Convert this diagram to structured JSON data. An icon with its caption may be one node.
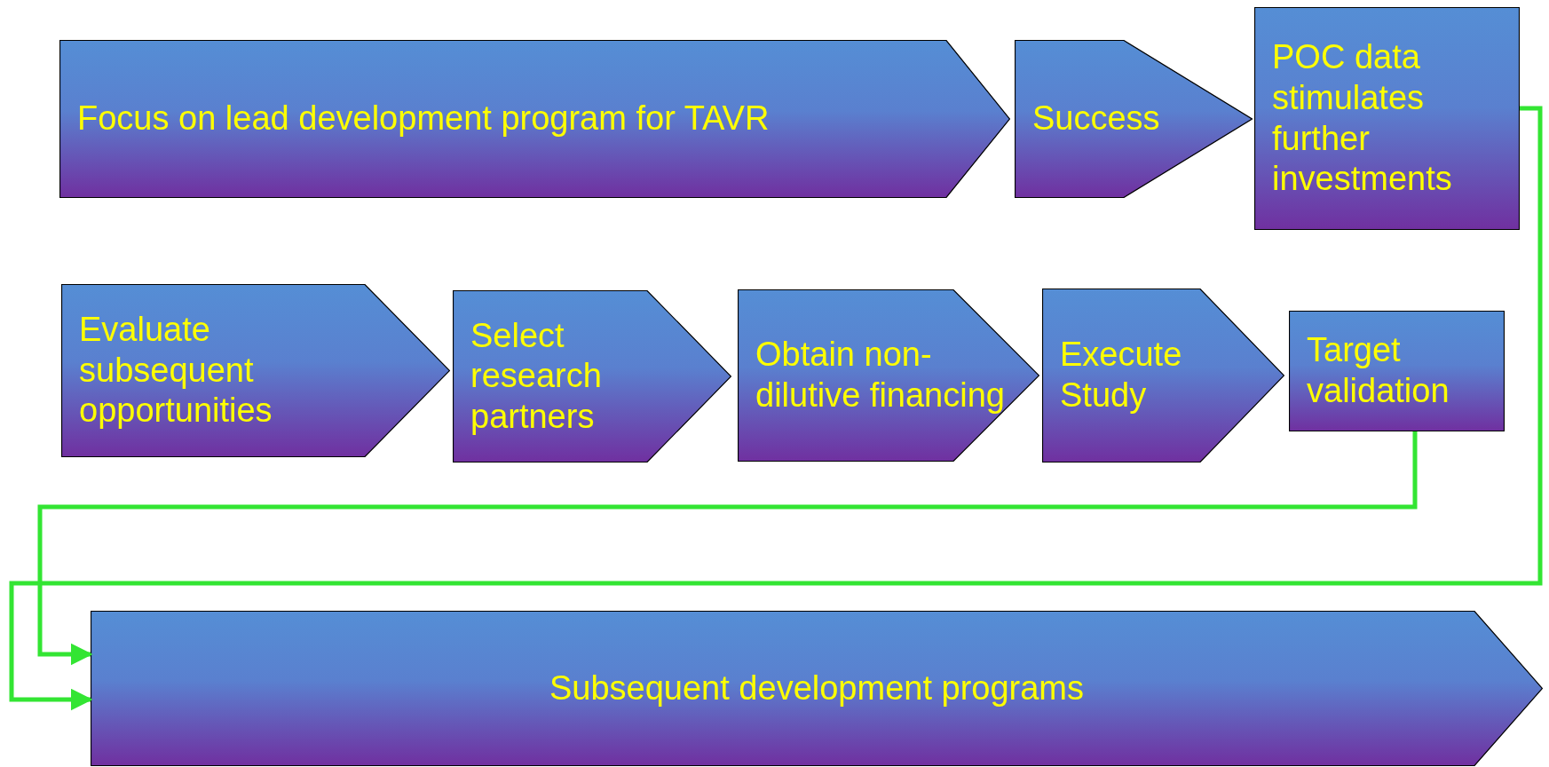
{
  "diagram": {
    "nodes": [
      {
        "text": [
          "Focus on lead development program for TAVR"
        ]
      },
      {
        "text": [
          "Success"
        ]
      },
      {
        "text": [
          "POC data stimulates further investments"
        ]
      },
      {
        "text": [
          "Evaluate subsequent opportunities"
        ]
      },
      {
        "text": [
          "Select research partners"
        ]
      },
      {
        "text": [
          "Obtain non-dilutive financing"
        ]
      },
      {
        "text": [
          "Execute Study"
        ]
      },
      {
        "text": [
          "Target validation"
        ]
      },
      {
        "text": [
          "Subsequent development programs"
        ]
      }
    ],
    "edges": [
      {
        "from": 2,
        "to": 8,
        "arrow": "to"
      },
      {
        "from": 7,
        "to": 8,
        "arrow": "to"
      }
    ]
  }
}
